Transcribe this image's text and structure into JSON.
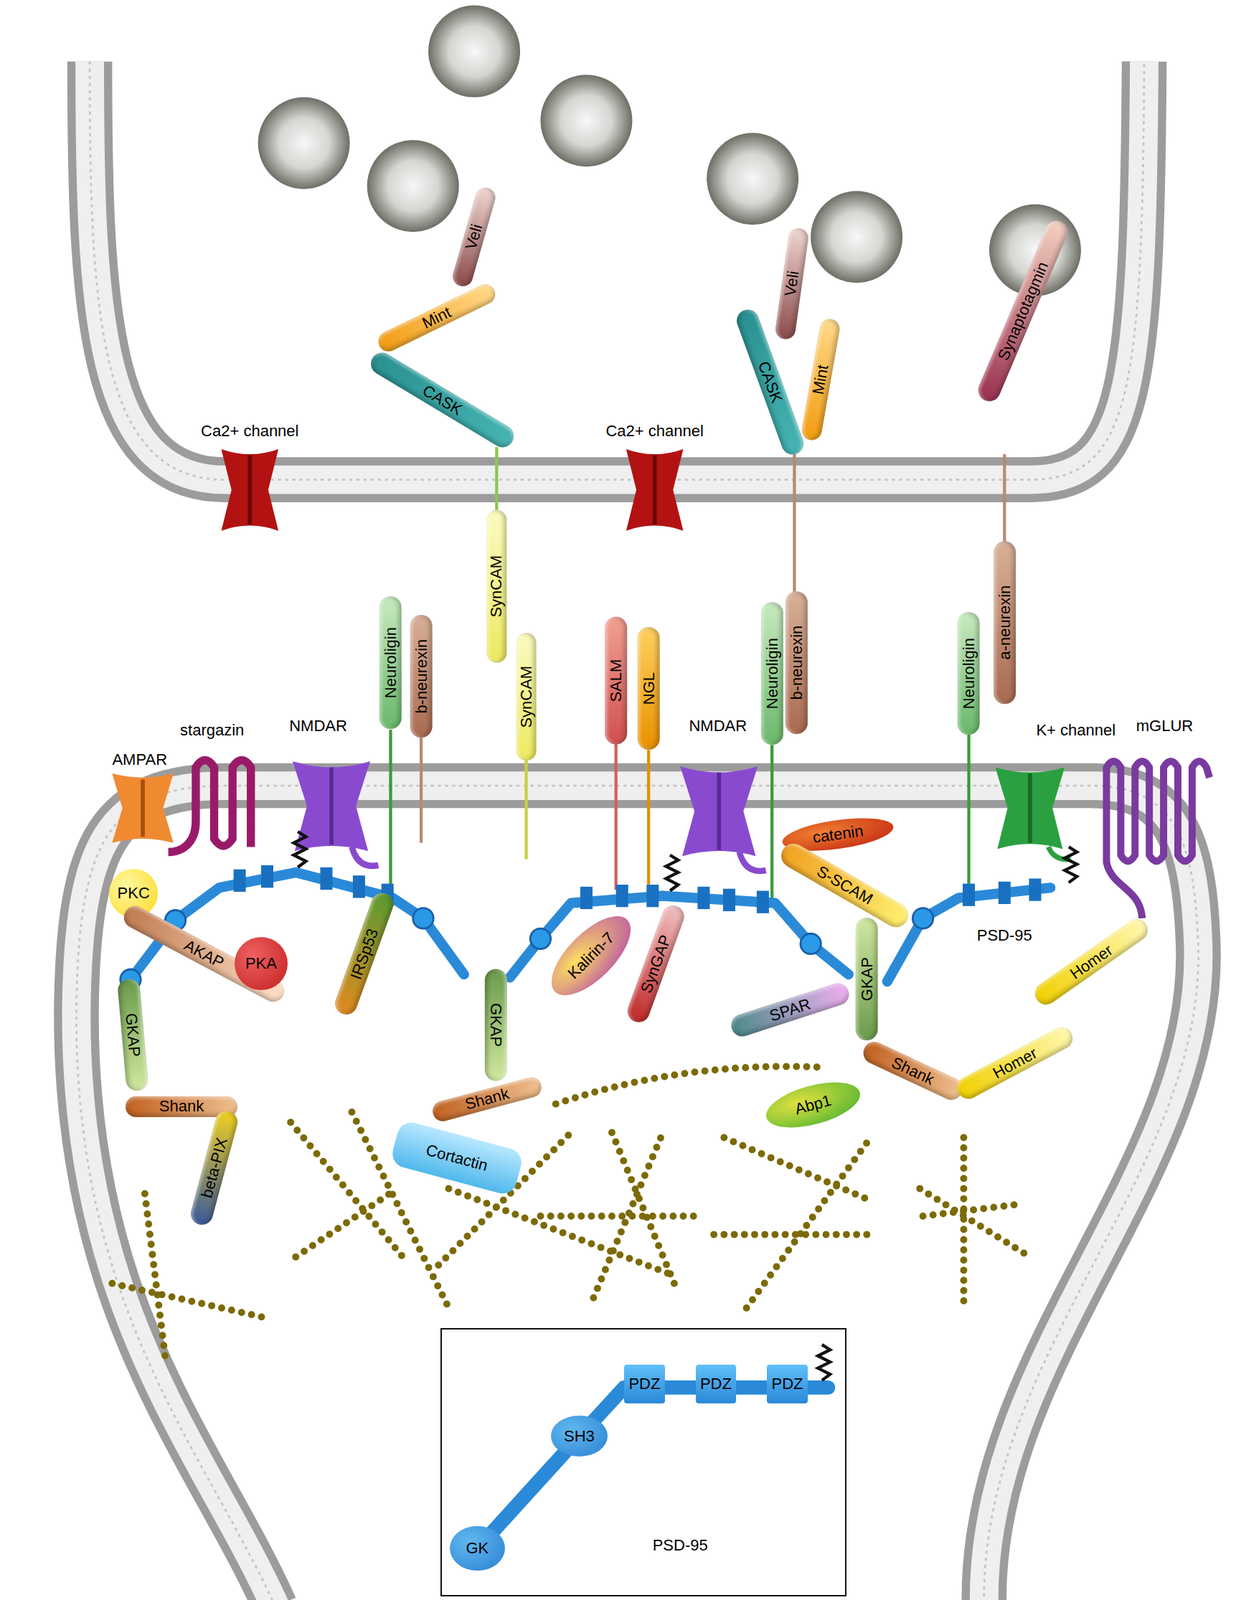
{
  "diagram": {
    "nodes": [
      {
        "text": [
          "Veli"
        ]
      },
      {
        "text": [
          "Mint"
        ]
      },
      {
        "text": [
          "CASK"
        ]
      },
      {
        "text": [
          "Veli"
        ]
      },
      {
        "text": [
          "CASK"
        ]
      },
      {
        "text": [
          "Mint"
        ]
      },
      {
        "text": [
          "Synaptotagmin"
        ]
      },
      {
        "text": [
          "SynCAM"
        ]
      },
      {
        "text": [
          "b-neurexin"
        ]
      },
      {
        "text": [
          "a-neurexin"
        ]
      },
      {
        "text": [
          "Neuroligin"
        ]
      },
      {
        "text": [
          "b-neurexin"
        ]
      },
      {
        "text": [
          "SynCAM"
        ]
      },
      {
        "text": [
          "SALM"
        ]
      },
      {
        "text": [
          "NGL"
        ]
      },
      {
        "text": [
          "Neuroligin"
        ]
      },
      {
        "text": [
          "Neuroligin"
        ]
      },
      {
        "text": [
          "catenin"
        ]
      },
      {
        "text": [
          "S-SCAM"
        ]
      },
      {
        "text": [
          "PKC"
        ]
      },
      {
        "text": [
          "AKAP"
        ]
      },
      {
        "text": [
          "PKA"
        ]
      },
      {
        "text": [
          "IRSp53"
        ]
      },
      {
        "text": [
          "Kalirin-7"
        ]
      },
      {
        "text": [
          "SynGAP"
        ]
      },
      {
        "text": [
          "GKAP"
        ]
      },
      {
        "text": [
          "SPAR"
        ]
      },
      {
        "text": [
          "Homer"
        ]
      },
      {
        "text": [
          "GKAP"
        ]
      },
      {
        "text": [
          "GKAP"
        ]
      },
      {
        "text": [
          "Shank"
        ]
      },
      {
        "text": [
          "Homer"
        ]
      },
      {
        "text": [
          "Abp1"
        ]
      },
      {
        "text": [
          "Shank"
        ]
      },
      {
        "text": [
          "Shank"
        ]
      },
      {
        "text": [
          "Cortactin"
        ]
      },
      {
        "text": [
          "beta-PIX"
        ]
      },
      {
        "text": [
          "PSD-95"
        ]
      },
      {
        "text": [
          "PDZ"
        ],
        "in": 37
      },
      {
        "text": [
          "PDZ"
        ],
        "in": 37
      },
      {
        "text": [
          "PDZ"
        ],
        "in": 37
      },
      {
        "text": [
          "SH3"
        ],
        "in": 37
      },
      {
        "text": [
          "GK"
        ],
        "in": 37
      }
    ],
    "labels": [
      "Ca2+ channel",
      "Ca2+ channel",
      "stargazin",
      "AMPAR",
      "NMDAR",
      "NMDAR",
      "K+ channel",
      "mGLUR",
      "PSD-95"
    ]
  }
}
